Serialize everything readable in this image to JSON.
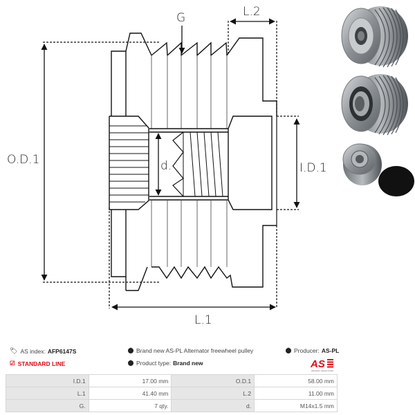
{
  "diagram": {
    "labels": {
      "groove": "G",
      "length2": "L.2",
      "outer_diameter": "O.D.1",
      "thread": "d.",
      "inner_diameter": "I.D.1",
      "length1": "L.1"
    }
  },
  "photos": [
    {
      "name": "pulley-front-view"
    },
    {
      "name": "pulley-rear-view"
    },
    {
      "name": "pulley-with-cap"
    }
  ],
  "info": {
    "as_index_label": "AS index:",
    "as_index_value": "AFP6147S",
    "description": "Brand new AS-PL Alternator freewheel pulley",
    "producer_label": "Producer:",
    "producer_value": "AS-PL",
    "standard_line": "STANDARD LINE",
    "product_type_label": "Product type:",
    "product_type_value": "Brand new",
    "logo_text": "AS",
    "logo_subtext": "Alternators, Starters & Parts"
  },
  "colors": {
    "accent_red": "#e30613",
    "table_label_bg": "#e6e6e6",
    "table_border": "#d6d6d6"
  },
  "specs": [
    {
      "label1": "I.D.1",
      "value1": "17.00 mm",
      "label2": "O.D.1",
      "value2": "58.00 mm"
    },
    {
      "label1": "L.1",
      "value1": "41.40 mm",
      "label2": "L.2",
      "value2": "11.00 mm"
    },
    {
      "label1": "G.",
      "value1": "7 qty.",
      "label2": "d.",
      "value2": "M14x1.5 mm"
    }
  ]
}
